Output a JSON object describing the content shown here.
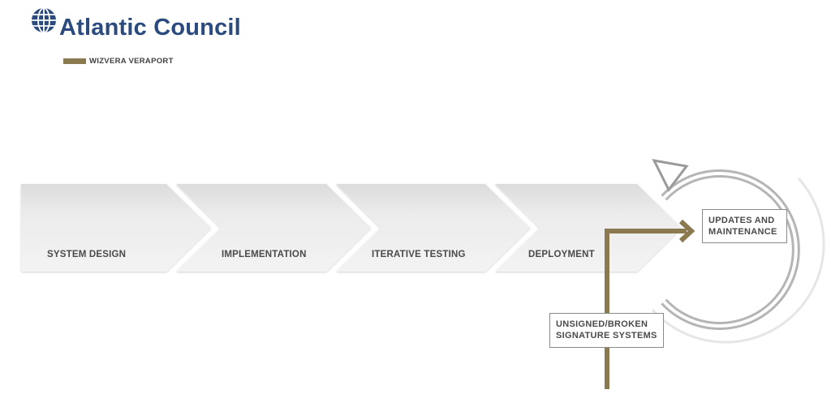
{
  "header": {
    "org_name": "Atlantic Council",
    "logo_icon": "globe-grid-icon",
    "brand_color": "#2b4a7e"
  },
  "legend": {
    "label": "WIZVERA VERAPORT",
    "color": "#8b7a4f"
  },
  "diagram": {
    "stages": [
      {
        "label": "SYSTEM DESIGN"
      },
      {
        "label": "IMPLEMENTATION"
      },
      {
        "label": "ITERATIVE TESTING"
      },
      {
        "label": "DEPLOYMENT"
      }
    ],
    "update_box": {
      "line1": "UPDATES AND",
      "line2": "MAINTENANCE"
    },
    "entry_box": {
      "line1": "UNSIGNED/BROKEN",
      "line2": "SIGNATURE SYSTEMS"
    },
    "colors": {
      "chevron_fill": "#ececec",
      "flow_arrow": "#8b7a4f",
      "cycle_arrow": "#9a9a9a"
    }
  }
}
